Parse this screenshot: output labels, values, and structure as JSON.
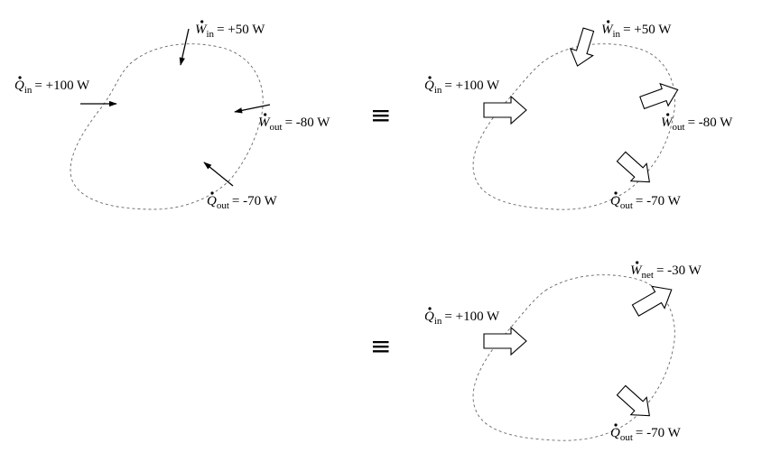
{
  "panels": {
    "original": {
      "w_in": {
        "symbol": "W",
        "sub": "in",
        "value": "= +50 W"
      },
      "q_in": {
        "symbol": "Q",
        "sub": "in",
        "value": "= +100 W"
      },
      "w_out": {
        "symbol": "W",
        "sub": "out",
        "value": "= -80 W"
      },
      "q_out": {
        "symbol": "Q",
        "sub": "out",
        "value": "= -70 W"
      }
    },
    "block": {
      "w_in": {
        "symbol": "W",
        "sub": "in",
        "value": "= +50 W"
      },
      "q_in": {
        "symbol": "Q",
        "sub": "in",
        "value": "= +100 W"
      },
      "w_out": {
        "symbol": "W",
        "sub": "out",
        "value": "= -80 W"
      },
      "q_out": {
        "symbol": "Q",
        "sub": "out",
        "value": "= -70 W"
      }
    },
    "net": {
      "w_net": {
        "symbol": "W",
        "sub": "net",
        "value": "= -30 W"
      },
      "q_in": {
        "symbol": "Q",
        "sub": "in",
        "value": "= +100 W"
      },
      "q_out": {
        "symbol": "Q",
        "sub": "out",
        "value": "= -70 W"
      }
    }
  },
  "equivalence_symbols": [
    "≡",
    "≡"
  ]
}
